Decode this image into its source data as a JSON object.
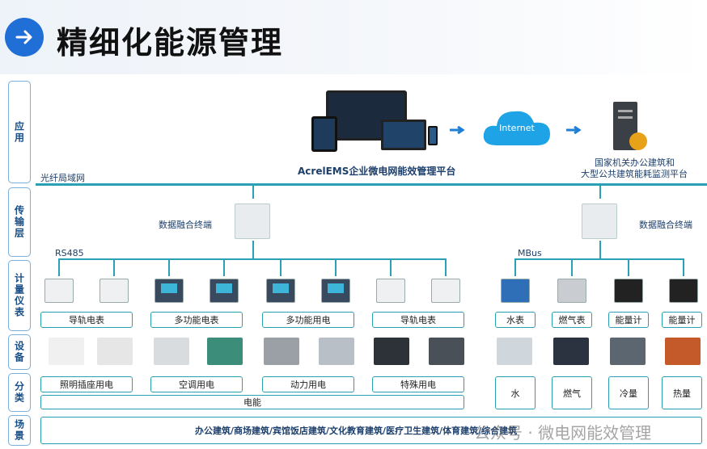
{
  "header": {
    "title": "精细化能源管理"
  },
  "layers": [
    {
      "label": "应用"
    },
    {
      "label": "传输层"
    },
    {
      "label": "计量仪表"
    },
    {
      "label": "设备"
    },
    {
      "label": "分类"
    },
    {
      "label": "场景"
    }
  ],
  "app": {
    "platform_label": "AcrelEMS企业微电网能效管理平台",
    "internet_label": "Internet",
    "gov_label_line1": "国家机关办公建筑和",
    "gov_label_line2": "大型公共建筑能耗监测平台",
    "lan_label": "光纤局域网"
  },
  "transport": {
    "terminal_left": "数据融合终端",
    "terminal_right": "数据融合终端",
    "bus_left": "RS485",
    "bus_right": "MBus"
  },
  "meters": [
    {
      "label": "导轨电表"
    },
    {
      "label": "多功能电表"
    },
    {
      "label": "多功能用电"
    },
    {
      "label": "导轨电表"
    },
    {
      "label": "水表"
    },
    {
      "label": "燃气表"
    },
    {
      "label": "能量计"
    },
    {
      "label": "能量计"
    }
  ],
  "categories": [
    {
      "label": "照明插座用电"
    },
    {
      "label": "空调用电"
    },
    {
      "label": "动力用电"
    },
    {
      "label": "特殊用电"
    },
    {
      "label": "水"
    },
    {
      "label": "燃气"
    },
    {
      "label": "冷量"
    },
    {
      "label": "热量"
    }
  ],
  "electric_label": "电能",
  "scene_label": "办公建筑/商场建筑/宾馆饭店建筑/文化教育建筑/医疗卫生建筑/体育建筑/综合建筑",
  "watermark": "公众号 · 微电网能效管理"
}
